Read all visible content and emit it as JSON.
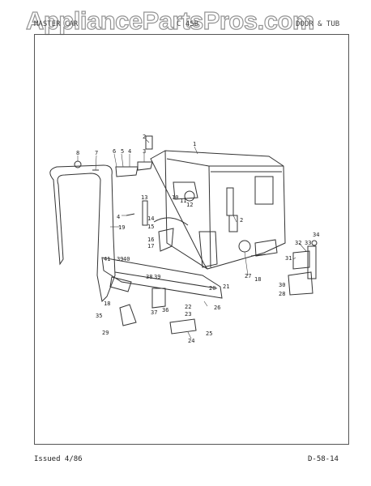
{
  "watermark": "AppliancePartsPros.com",
  "header": {
    "left": "MASTER CAR",
    "center": "C 4SB",
    "right": "DOOR & TUB"
  },
  "footer": {
    "issued": "Issued 4/86",
    "page_code": "D-58-14"
  },
  "callouts": [
    "1",
    "2",
    "2",
    "3",
    "4",
    "4",
    "5",
    "6",
    "7",
    "8",
    "10",
    "11",
    "12",
    "13",
    "14",
    "15",
    "16",
    "17",
    "18",
    "18",
    "19",
    "20",
    "21",
    "22",
    "23",
    "24",
    "25",
    "26",
    "27",
    "28",
    "29",
    "30",
    "31",
    "32",
    "33",
    "34",
    "35",
    "36",
    "37",
    "38",
    "39",
    "39",
    "40",
    "41"
  ]
}
